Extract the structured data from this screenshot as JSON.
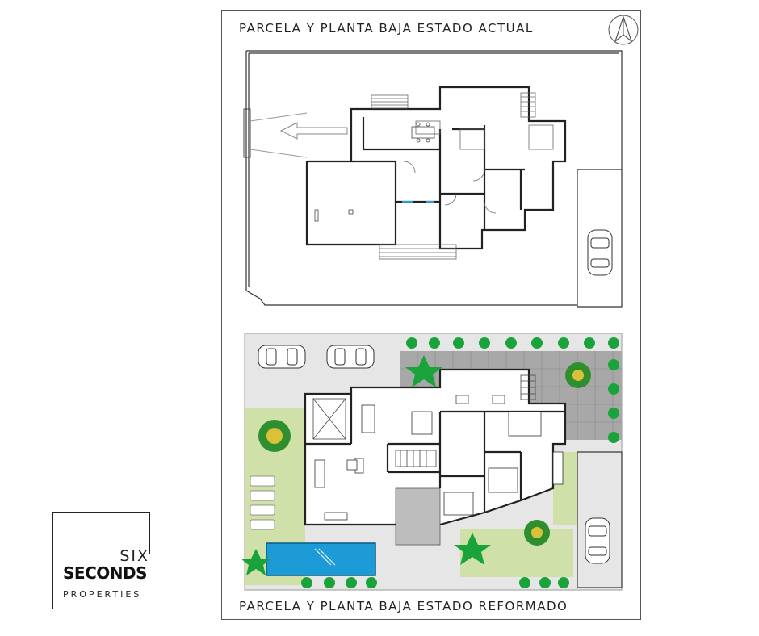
{
  "titles": {
    "top": "PARCELA Y PLANTA BAJA ESTADO ACTUAL",
    "bottom": "PARCELA Y PLANTA BAJA ESTADO REFORMADO"
  },
  "logo": {
    "line1": "SIX",
    "line2": "SECONDS",
    "line3": "PROPERTIES"
  },
  "icons": {
    "north": "north-arrow-icon",
    "car": "car-icon",
    "tree": "tree-icon",
    "palm": "palm-icon",
    "sunbed": "sunbed-icon"
  },
  "colors": {
    "grass": "#cfe0a8",
    "pool": "#1d9bd6",
    "paving": "#e2e2e2",
    "terrace": "#9a9a9a",
    "trees": "#1aa33a",
    "accent_tree": "#d9c23a"
  }
}
